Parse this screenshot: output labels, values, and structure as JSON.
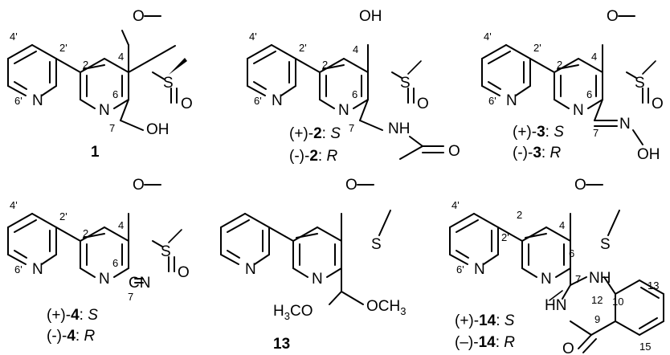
{
  "compounds": {
    "c1": {
      "id": "1"
    },
    "c2": {
      "plus_sign": "(+)-",
      "plus_id": "2",
      "plus_config": "S",
      "minus_sign": "(-)-",
      "minus_id": "2",
      "minus_config": "R"
    },
    "c3": {
      "plus_sign": "(+)-",
      "plus_id": "3",
      "plus_config": "S",
      "minus_sign": "(-)-",
      "minus_id": "3",
      "minus_config": "R"
    },
    "c4": {
      "plus_sign": "(+)-",
      "plus_id": "4",
      "plus_config": "S",
      "minus_sign": "(-)-",
      "minus_id": "4",
      "minus_config": "R"
    },
    "c13": {
      "id": "13"
    },
    "c14": {
      "plus_sign": "(+)-",
      "plus_id": "14",
      "plus_config": "S",
      "minus_sign": "(–)-",
      "minus_id": "14",
      "minus_config": "R"
    }
  },
  "atoms": {
    "N": "N",
    "O": "O",
    "S": "S",
    "OH": "OH",
    "NH": "NH",
    "HN": "HN",
    "CN": "CN",
    "OCH": "OCH",
    "H": "H",
    "CO": "CO",
    "three": "3"
  },
  "numbering": {
    "p4": "4'",
    "p2": "2'",
    "p6": "6'",
    "n2": "2",
    "n4": "4",
    "n6": "6",
    "n7": "7",
    "n9": "9",
    "n10": "10",
    "n12": "12",
    "n13": "13",
    "n15": "15"
  }
}
